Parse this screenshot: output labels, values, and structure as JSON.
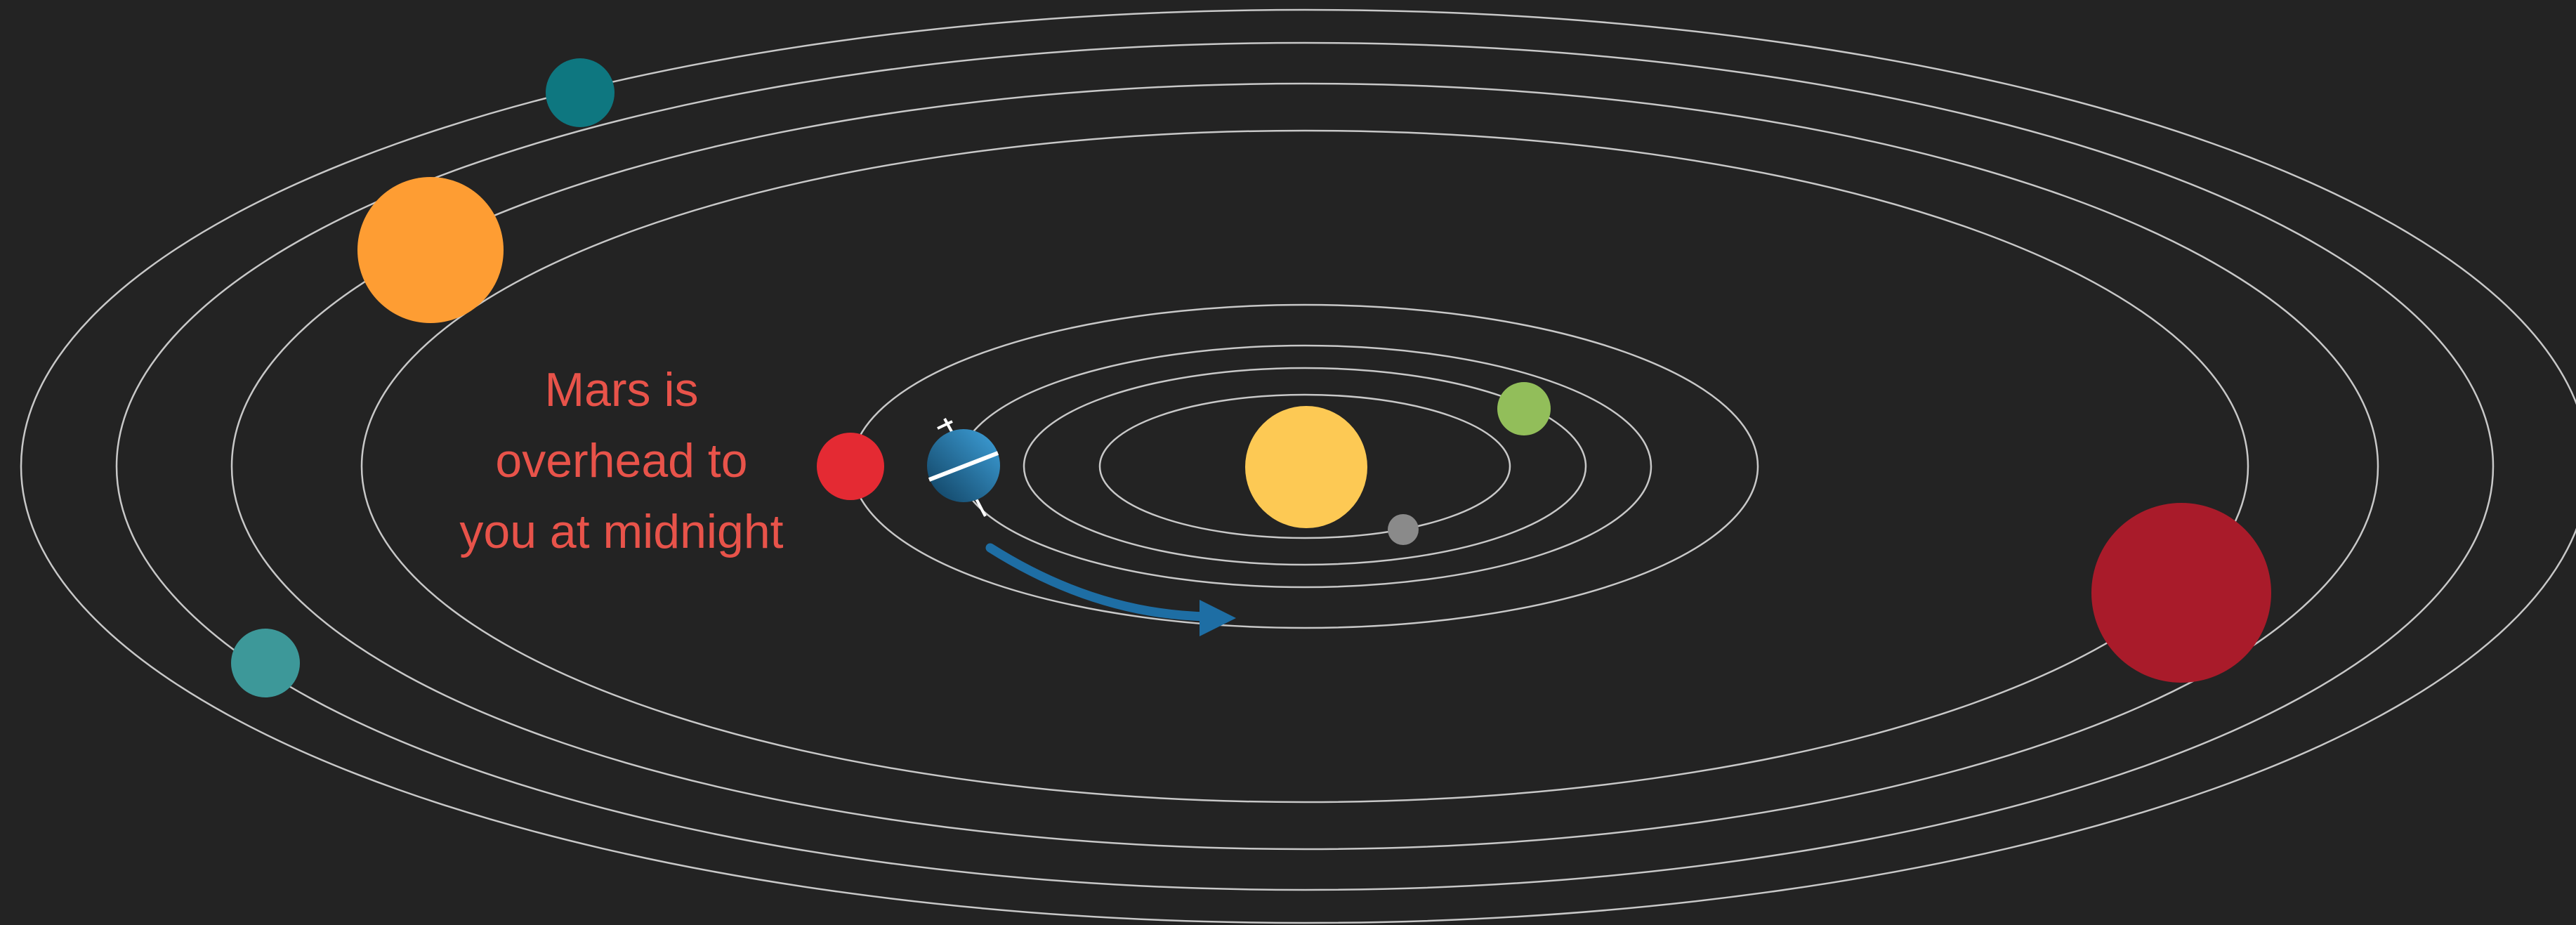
{
  "diagram": {
    "background_color": "#232323",
    "orbit_color": "#c8c8c8",
    "caption": {
      "lines": [
        "Mars is",
        "overhead to",
        "you at midnight"
      ],
      "color": "#e8534a"
    },
    "sun": {
      "name": "sun",
      "color": "#fdc954"
    },
    "bodies": [
      {
        "name": "mercury",
        "color": "#8a8a8a"
      },
      {
        "name": "venus",
        "color": "#92be5a"
      },
      {
        "name": "earth",
        "color_light": "#3fa2dc",
        "color_dark": "#0f3f5e",
        "axis_color": "#ffffff"
      },
      {
        "name": "mars",
        "color": "#e42a33"
      },
      {
        "name": "jupiter",
        "color": "#a91b2a"
      },
      {
        "name": "saturn",
        "color": "#fe9d33"
      },
      {
        "name": "uranus",
        "color": "#0e7780"
      },
      {
        "name": "neptune",
        "color": "#3d9899"
      }
    ],
    "arrow": {
      "meaning": "earth-orbital-motion",
      "color": "#1e6ea4"
    }
  }
}
